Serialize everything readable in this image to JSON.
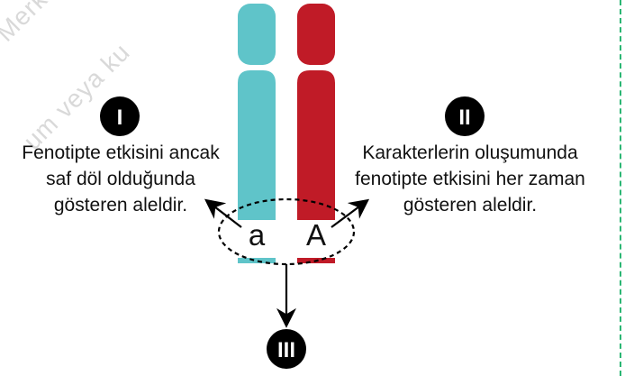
{
  "watermark": {
    "line1": "Merke",
    "line2": "um veya ku"
  },
  "markers": {
    "left": "I",
    "right": "II",
    "bottom": "III"
  },
  "alleles": {
    "recessive": "a",
    "dominant": "A"
  },
  "descriptions": {
    "left": [
      "Fenotipte etkisini ancak",
      "saf döl olduğunda",
      "gösteren aleldir."
    ],
    "right": [
      "Karakterlerin oluşumunda",
      "fenotipte etkisini her zaman",
      "gösteren aleldir."
    ]
  },
  "colors": {
    "chromosome_left": "#5fc4c9",
    "chromosome_right": "#c01b27",
    "marker_fill": "#000000",
    "marker_text": "#ffffff",
    "divider": "#2bb673"
  }
}
